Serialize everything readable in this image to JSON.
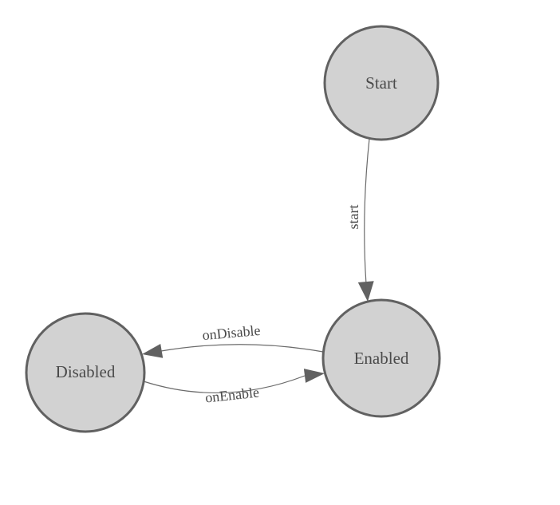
{
  "colors": {
    "background": "#ffffff",
    "node_fill": "#d2d2d2",
    "node_stroke": "#616161",
    "edge_stroke": "#6b6b6b",
    "arrow_fill": "#616161",
    "label_text": "#4a4a4a"
  },
  "diagram": {
    "type": "state-machine",
    "nodes": [
      {
        "id": "start",
        "label": "Start"
      },
      {
        "id": "enabled",
        "label": "Enabled"
      },
      {
        "id": "disabled",
        "label": "Disabled"
      }
    ],
    "edges": [
      {
        "from": "start",
        "to": "enabled",
        "label": "start"
      },
      {
        "from": "enabled",
        "to": "disabled",
        "label": "onDisable"
      },
      {
        "from": "disabled",
        "to": "enabled",
        "label": "onEnable"
      }
    ]
  }
}
